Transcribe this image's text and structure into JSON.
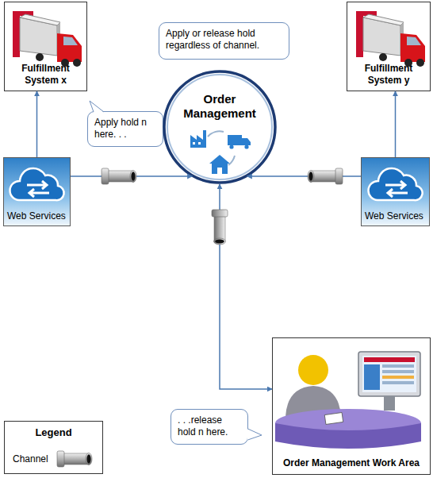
{
  "diagram": {
    "nodes": [
      {
        "text": [
          "Fulfillment System x"
        ]
      },
      {
        "text": [
          "Apply or release hold regardless of channel."
        ]
      },
      {
        "text": [
          "Fulfillment System y"
        ]
      },
      {
        "text": [
          "Apply hold n here. . ."
        ]
      },
      {
        "text": [
          "Web Services"
        ]
      },
      {
        "text": [
          "Order Management"
        ]
      },
      {
        "text": [
          "Web Services"
        ]
      },
      {
        "text": [
          ". . .release hold n here."
        ]
      },
      {
        "text": [
          "Order Management Work Area"
        ]
      }
    ],
    "edges": [
      {
        "from": 4,
        "to": 0,
        "arrow": "to"
      },
      {
        "from": 6,
        "to": 2,
        "arrow": "to"
      },
      {
        "from": 4,
        "to": 5,
        "arrow": "to"
      },
      {
        "from": 6,
        "to": 5,
        "arrow": "to"
      },
      {
        "from": 5,
        "to": 8,
        "arrow": "both"
      }
    ],
    "labels": [
      "Legend"
    ],
    "legend": [
      {
        "text": "Channel"
      }
    ]
  }
}
